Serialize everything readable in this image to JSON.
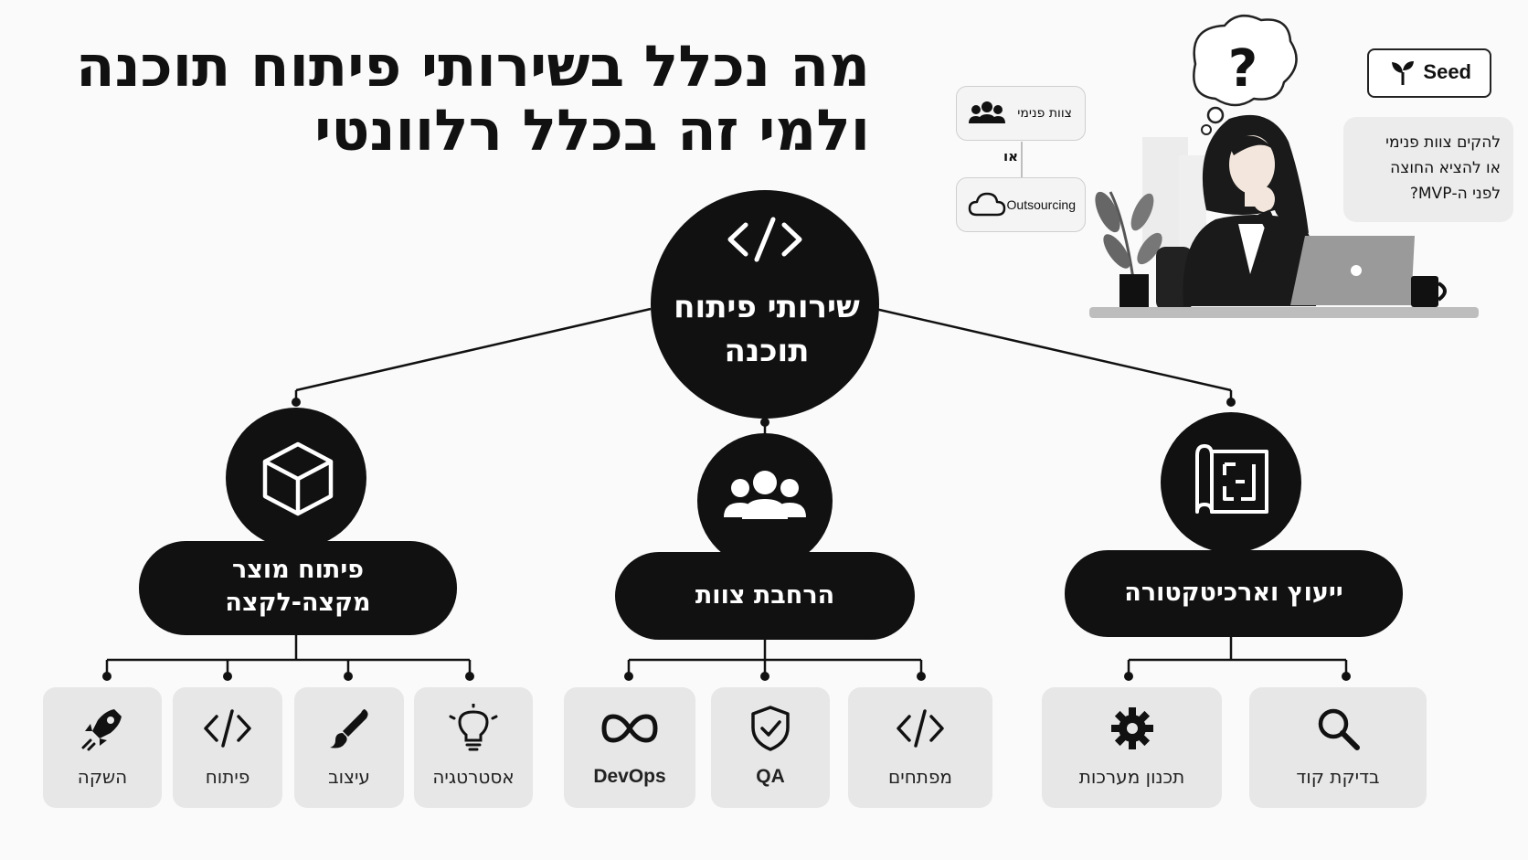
{
  "title": {
    "line1": "מה נכלל בשירותי פיתוח תוכנה",
    "line2": "ולמי זה בכלל רלוונטי"
  },
  "root": {
    "line1": "שירותי פיתוח",
    "line2": "תוכנה",
    "icon": "code-icon"
  },
  "branches": [
    {
      "key": "product",
      "line1": "פיתוח מוצר",
      "line2": "מקצה-לקצה",
      "icon": "cube-icon",
      "leaves": [
        {
          "label": "השקה",
          "icon": "rocket-icon"
        },
        {
          "label": "פיתוח",
          "icon": "code-icon"
        },
        {
          "label": "עיצוב",
          "icon": "brush-icon"
        },
        {
          "label": "אסטרטגיה",
          "icon": "lightbulb-icon"
        }
      ]
    },
    {
      "key": "team",
      "line1": "הרחבת צוות",
      "line2": "",
      "icon": "team-icon",
      "leaves": [
        {
          "label": "DevOps",
          "icon": "infinity-icon"
        },
        {
          "label": "QA",
          "icon": "shield-check-icon"
        },
        {
          "label": "מפתחים",
          "icon": "code-icon"
        }
      ]
    },
    {
      "key": "consult",
      "line1": "ייעוץ וארכיטקטורה",
      "line2": "",
      "icon": "blueprint-icon",
      "leaves": [
        {
          "label": "תכנון מערכות",
          "icon": "gear-icon"
        },
        {
          "label": "בדיקת קוד",
          "icon": "magnifier-icon"
        }
      ]
    }
  ],
  "side": {
    "inhouse_label": "צוות פנימי",
    "or_label": "או",
    "outsourcing_label": "Outsourcing",
    "question_mark": "?",
    "seed_label": "Seed",
    "bubble_line1": "להקים צוות פנימי",
    "bubble_line2": "או להציא החוצה",
    "bubble_line3": "לפני ה-MVP?"
  },
  "colors": {
    "node": "#111111",
    "leaf": "#e7e7e7",
    "text": "#111111",
    "bg": "#fafafa"
  }
}
